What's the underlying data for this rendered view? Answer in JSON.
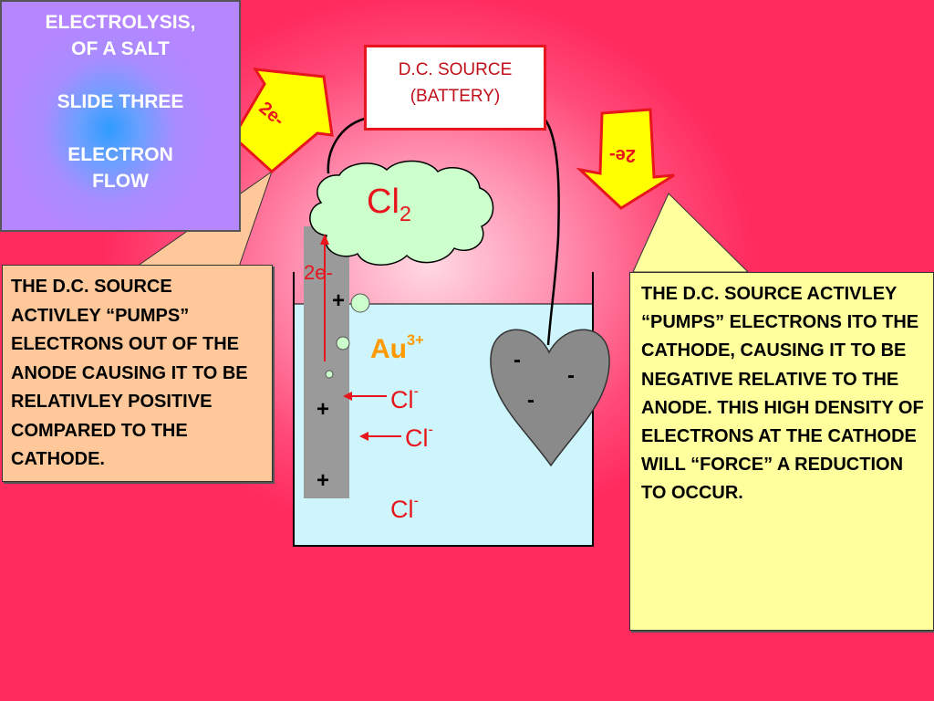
{
  "title": {
    "line1": "ELECTROLYSIS,",
    "line2": "OF A SALT",
    "line3": "SLIDE THREE",
    "line4": "ELECTRON",
    "line5": "FLOW"
  },
  "source": {
    "line1": "D.C. SOURCE",
    "line2": "(BATTERY)"
  },
  "electron_arrows": {
    "left": "2e-",
    "right": "2e-"
  },
  "gas": {
    "symbol": "Cl",
    "subscript": "2"
  },
  "anode": {
    "electron_label": "2e-",
    "signs": [
      "+",
      "+",
      "+"
    ]
  },
  "cathode": {
    "signs": [
      "-",
      "-",
      "-"
    ]
  },
  "ions": {
    "metal_symbol": "Au",
    "metal_charge": "3+",
    "chloride_symbol": "Cl",
    "chloride_charge": "-"
  },
  "callouts": {
    "left": "THE D.C. SOURCE ACTIVLEY “PUMPS” ELECTRONS OUT OF THE ANODE CAUSING IT TO BE RELATIVLEY POSITIVE COMPARED TO THE CATHODE.",
    "right": "THE D.C. SOURCE ACTIVLEY “PUMPS” ELECTRONS ITO THE CATHODE, CAUSING IT TO BE NEGATIVE RELATIVE TO THE ANODE. THIS HIGH DENSITY OF ELECTRONS AT THE CATHODE WILL “FORCE” A REDUCTION TO OCCUR."
  },
  "colors": {
    "accent_red": "#e8151c",
    "arrow_yellow": "#ffff00",
    "solution_blue": "#cdf5fb",
    "electrode_gray": "#999999",
    "gold_ion": "#ff9900"
  }
}
